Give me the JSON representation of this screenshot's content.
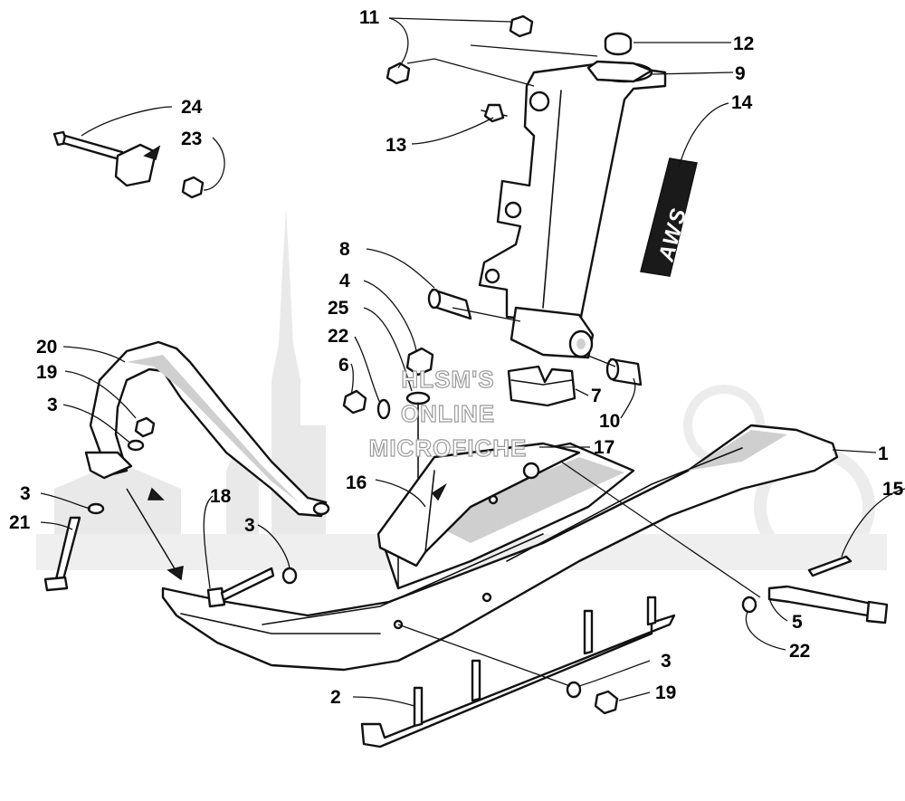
{
  "diagram": {
    "watermark_lines": [
      "HLSM'S",
      "ONLINE",
      "MICROFICHE"
    ],
    "decal_text": "AWS",
    "callouts": [
      {
        "id": "c-11",
        "label": "11"
      },
      {
        "id": "c-12",
        "label": "12"
      },
      {
        "id": "c-9",
        "label": "9"
      },
      {
        "id": "c-14",
        "label": "14"
      },
      {
        "id": "c-13",
        "label": "13"
      },
      {
        "id": "c-24",
        "label": "24"
      },
      {
        "id": "c-23",
        "label": "23"
      },
      {
        "id": "c-8",
        "label": "8"
      },
      {
        "id": "c-4",
        "label": "4"
      },
      {
        "id": "c-25",
        "label": "25"
      },
      {
        "id": "c-22a",
        "label": "22"
      },
      {
        "id": "c-6",
        "label": "6"
      },
      {
        "id": "c-7",
        "label": "7"
      },
      {
        "id": "c-10",
        "label": "10"
      },
      {
        "id": "c-20",
        "label": "20"
      },
      {
        "id": "c-19a",
        "label": "19"
      },
      {
        "id": "c-3a",
        "label": "3"
      },
      {
        "id": "c-17",
        "label": "17"
      },
      {
        "id": "c-1",
        "label": "1"
      },
      {
        "id": "c-16",
        "label": "16"
      },
      {
        "id": "c-15",
        "label": "15"
      },
      {
        "id": "c-3b",
        "label": "3"
      },
      {
        "id": "c-18",
        "label": "18"
      },
      {
        "id": "c-21",
        "label": "21"
      },
      {
        "id": "c-3c",
        "label": "3"
      },
      {
        "id": "c-5",
        "label": "5"
      },
      {
        "id": "c-22b",
        "label": "22"
      },
      {
        "id": "c-3d",
        "label": "3"
      },
      {
        "id": "c-19b",
        "label": "19"
      },
      {
        "id": "c-2",
        "label": "2"
      }
    ]
  }
}
